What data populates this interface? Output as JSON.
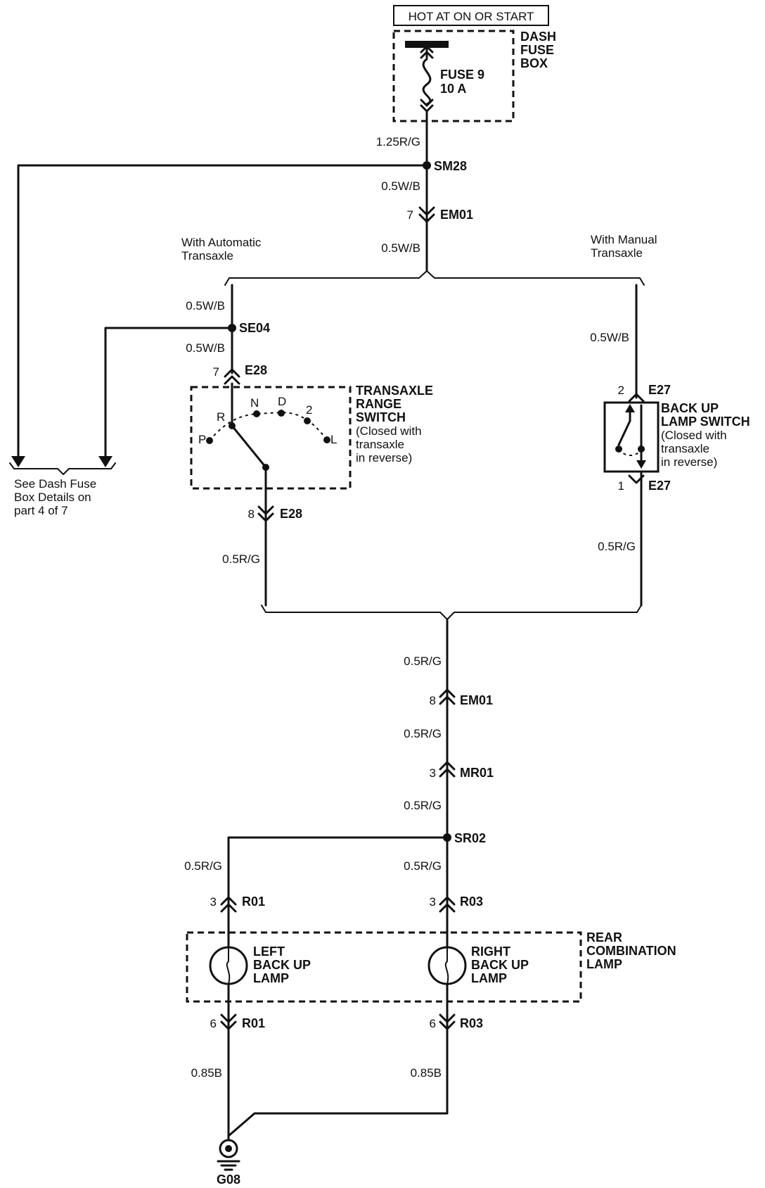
{
  "labels": {
    "hot": "HOT AT ON OR START",
    "dash_fuse_box": [
      "DASH",
      "FUSE",
      "BOX"
    ],
    "fuse": [
      "FUSE 9",
      "10 A"
    ],
    "w_125rg": "1.25R/G",
    "sm28": "SM28",
    "w_05wb_a": "0.5W/B",
    "pin_7_em01": "7",
    "em01_top": "EM01",
    "w_05wb_b": "0.5W/B",
    "auto_trans": [
      "With Automatic",
      "Transaxle"
    ],
    "manual_trans": [
      "With Manual",
      "Transaxle"
    ],
    "w_05wb_c": "0.5W/B",
    "se04": "SE04",
    "w_05wb_d": "0.5W/B",
    "pin_7_e28": "7",
    "e28_top": "E28",
    "trs_title": [
      "TRANSAXLE",
      "RANGE",
      "SWITCH"
    ],
    "trs_note": [
      "(Closed with",
      "transaxle",
      "in reverse)"
    ],
    "gear_p": "P",
    "gear_r": "R",
    "gear_n": "N",
    "gear_d": "D",
    "gear_2": "2",
    "gear_l": "L",
    "pin_8_e28": "8",
    "e28_bottom": "E28",
    "w_05rg_a": "0.5R/G",
    "see_dash": [
      "See Dash Fuse",
      "Box Details on",
      "part 4 of 7"
    ],
    "w_05wb_e": "0.5W/B",
    "pin_2_e27": "2",
    "e27_top": "E27",
    "bul_title": [
      "BACK UP",
      "LAMP SWITCH"
    ],
    "bul_note": [
      "(Closed with",
      "transaxle",
      "in reverse)"
    ],
    "pin_1_e27": "1",
    "e27_bottom": "E27",
    "w_05rg_b": "0.5R/G",
    "w_05rg_c": "0.5R/G",
    "pin_8_em01": "8",
    "em01_mid": "EM01",
    "w_05rg_d": "0.5R/G",
    "pin_3_mr01": "3",
    "mr01": "MR01",
    "w_05rg_e": "0.5R/G",
    "sr02": "SR02",
    "w_05rg_f": "0.5R/G",
    "w_05rg_g": "0.5R/G",
    "pin_3_r01": "3",
    "r01_top": "R01",
    "pin_3_r03": "3",
    "r03_top": "R03",
    "left_lamp": [
      "LEFT",
      "BACK UP",
      "LAMP"
    ],
    "right_lamp": [
      "RIGHT",
      "BACK UP",
      "LAMP"
    ],
    "rear_combo": [
      "REAR",
      "COMBINATION",
      "LAMP"
    ],
    "pin_6_r01": "6",
    "r01_bottom": "R01",
    "pin_6_r03": "6",
    "r03_bottom": "R03",
    "w_085b_a": "0.85B",
    "w_085b_b": "0.85B",
    "g08": "G08"
  }
}
